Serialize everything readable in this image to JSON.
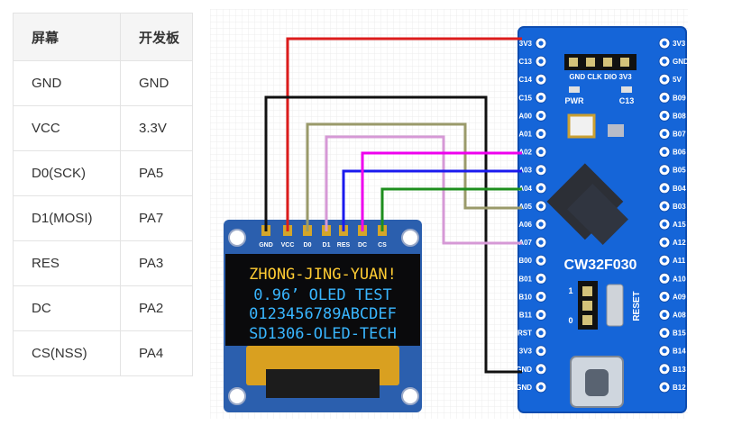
{
  "table": {
    "headers": [
      "屏幕",
      "开发板"
    ],
    "rows": [
      [
        "GND",
        "GND"
      ],
      [
        "VCC",
        "3.3V"
      ],
      [
        "D0(SCK)",
        "PA5"
      ],
      [
        "D1(MOSI)",
        "PA7"
      ],
      [
        "RES",
        "PA3"
      ],
      [
        "DC",
        "PA2"
      ],
      [
        "CS(NSS)",
        "PA4"
      ]
    ]
  },
  "oled": {
    "pins": [
      "GND",
      "VCC",
      "D0",
      "D1",
      "RES",
      "DC",
      "CS"
    ],
    "lines": [
      "ZHONG-JING-YUAN!",
      "0.96’ OLED TEST",
      "0123456789ABCDEF",
      "SD1306-OLED-TECH"
    ]
  },
  "board": {
    "name": "CW32F030",
    "left_pins": [
      "3V3",
      "C13",
      "C14",
      "C15",
      "A00",
      "A01",
      "A02",
      "A03",
      "A04",
      "A05",
      "A06",
      "A07",
      "B00",
      "B01",
      "B10",
      "B11",
      "RST",
      "3V3",
      "GND",
      "GND"
    ],
    "right_pins": [
      "3V3",
      "GND",
      "5V",
      "B09",
      "B08",
      "B07",
      "B06",
      "B05",
      "B04",
      "B03",
      "A15",
      "A12",
      "A11",
      "A10",
      "A09",
      "A08",
      "B15",
      "B14",
      "B13",
      "B12"
    ],
    "swd_label": "GND CLK DIO 3V3",
    "pwr_label": "PWR",
    "c13_label": "C13",
    "reset_label": "RESET",
    "boot_labels": [
      "1",
      "0"
    ]
  },
  "colors": {
    "board_blue": "#1565d8",
    "pcb_blue": "#2b5fae",
    "oled_text": "#ffcc33",
    "oled_blue": "#39b6ff",
    "wire_gnd": "#111111",
    "wire_vcc": "#dd1c1c",
    "wire_d0": "#9a9a6a",
    "wire_d1": "#d699d6",
    "wire_res": "#1a1aee",
    "wire_dc": "#ee00ee",
    "wire_cs": "#1e8f1e"
  }
}
